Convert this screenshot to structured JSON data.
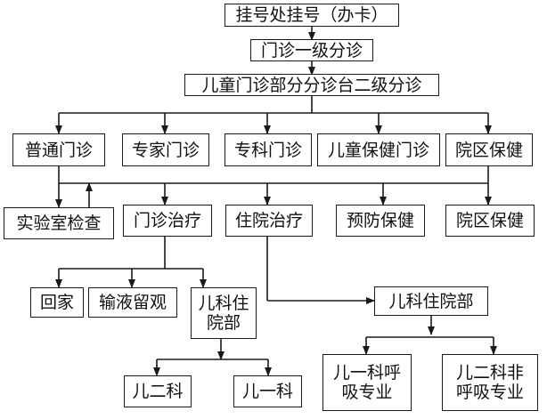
{
  "flowchart": {
    "line_color": "#1a1a1a",
    "nodes": {
      "registration": "挂号处挂号（办卡）",
      "triage_level1": "门诊一级分诊",
      "triage_level2": "儿童门诊部分分诊台二级分诊",
      "general_clinic": "普通门诊",
      "expert_clinic": "专家门诊",
      "specialty_clinic": "专科门诊",
      "child_health_clinic": "儿童保健门诊",
      "hospital_health_care_top": "院区保健",
      "lab_test": "实验室检查",
      "outpatient_treatment": "门诊治疗",
      "inpatient_treatment": "住院治疗",
      "preventive_care": "预防保健",
      "hospital_health_care_bottom": "院区保健",
      "go_home": "回家",
      "infusion_observation": "输液留观",
      "pediatric_inpatient_small": "儿科住\n院部",
      "pediatrics_two": "儿二科",
      "pediatrics_one": "儿一科",
      "pediatric_inpatient_dept": "儿科住院部",
      "peds1_respiratory": "儿一科呼\n吸专业",
      "peds2_non_respiratory": "儿二科非\n呼吸专业"
    }
  }
}
